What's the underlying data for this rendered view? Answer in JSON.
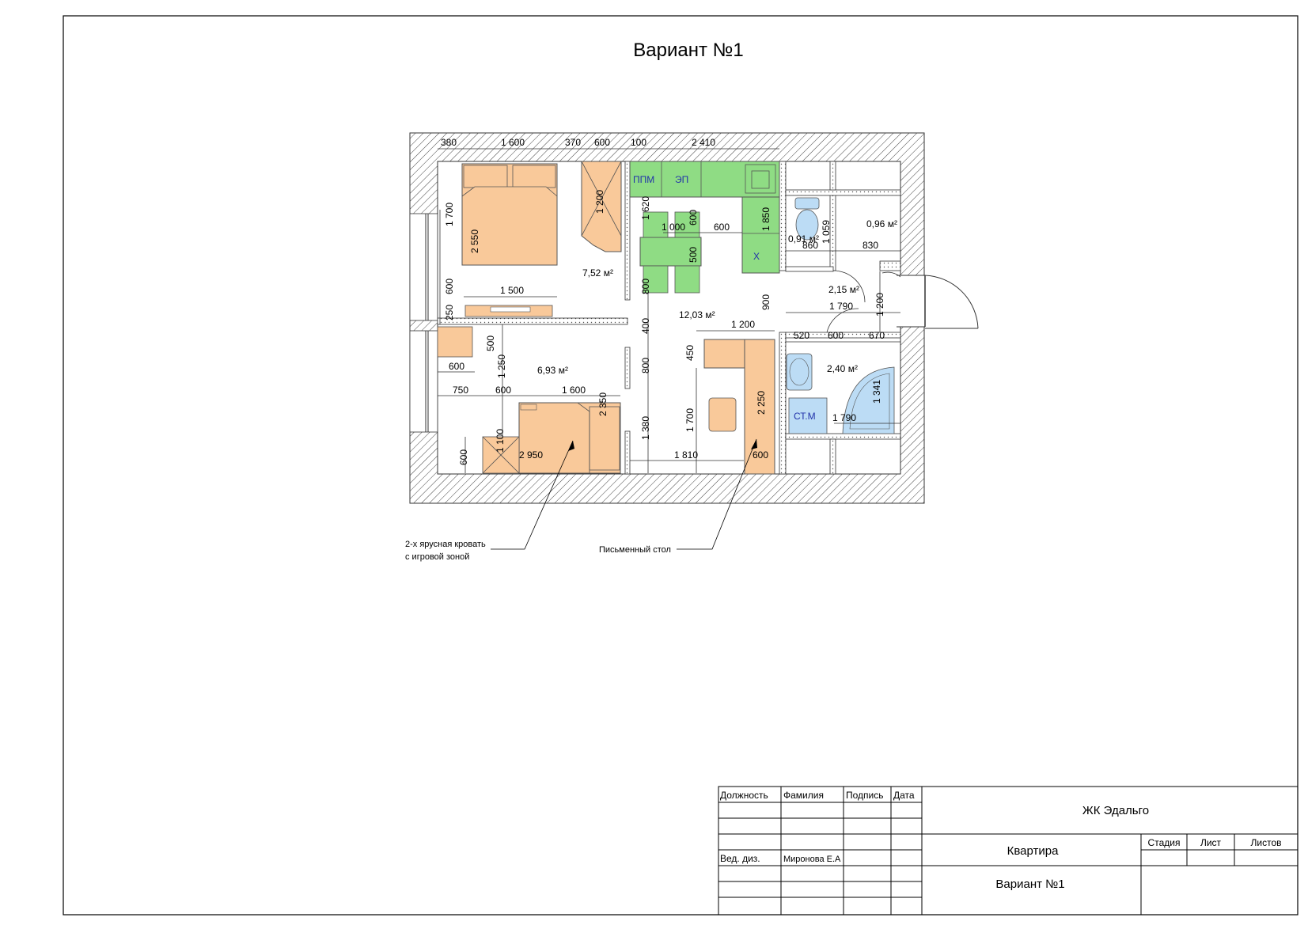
{
  "title": "Вариант №1",
  "dimensions_top": [
    "380",
    "1 600",
    "370",
    "600",
    "100",
    "2 410"
  ],
  "dimensions": {
    "left_1700": "1 700",
    "left_600": "600",
    "left_250": "250",
    "left_600b": "600",
    "bed_2550": "2 550",
    "bed_1500": "1 500",
    "wardrobe_1200": "1 200",
    "table_1000": "1 000",
    "chair_600a": "600",
    "chair_600b": "600",
    "chair_1620": "1 620",
    "chair_500": "500",
    "chair_800": "800",
    "kitchen_1850": "1 850",
    "wall_400": "400",
    "wall_800": "800",
    "wall_1380": "1 380",
    "hall_900": "900",
    "desk_1200": "1 200",
    "desk_450": "450",
    "desk_1700": "1 700",
    "desk_2250": "2 250",
    "desk_600": "600",
    "bottom_1810": "1 810",
    "kids_500": "500",
    "kids_1250": "1 250",
    "kids_600": "600",
    "kids_750": "750",
    "kids_600b": "600",
    "kids_1600": "1 600",
    "kids_2350": "2 350",
    "kids_1100": "1 100",
    "kids_2950": "2 950",
    "wc_860": "860",
    "wc_830": "830",
    "wc_1059": "1 059",
    "hall_1790": "1 790",
    "hall_1200": "1 200",
    "bath_520": "520",
    "bath_600": "600",
    "bath_670": "670",
    "bath_1341": "1 341",
    "bath_1790": "1 790"
  },
  "areas": {
    "bedroom": "7,52 м²",
    "kitchen": "12,03 м²",
    "kids": "6,93 м²",
    "wc": "0,91 м²",
    "storage": "0,96 м²",
    "hall": "2,15 м²",
    "bath": "2,40 м²"
  },
  "labels": {
    "ppm": "ППМ",
    "ep": "ЭП",
    "fridge": "Х",
    "washer": "СТ.М"
  },
  "callouts": {
    "bunk_bed_line1": "2-х ярусная кровать",
    "bunk_bed_line2": "с игровой зоной",
    "desk": "Письменный стол"
  },
  "title_block": {
    "col_position": "Должность",
    "col_surname": "Фамилия",
    "col_signature": "Подпись",
    "col_date": "Дата",
    "row_position": "Вед. диз.",
    "row_surname": "Миронова Е.А",
    "project": "ЖК Эдальго",
    "object": "Квартира",
    "variant": "Вариант №1",
    "stage": "Стадия",
    "sheet": "Лист",
    "sheets": "Листов"
  },
  "colors": {
    "furniture_orange": "#f9c99a",
    "kitchen_green": "#8fdc84",
    "plumbing_blue": "#bcdcf5",
    "wall_line": "#555555"
  }
}
